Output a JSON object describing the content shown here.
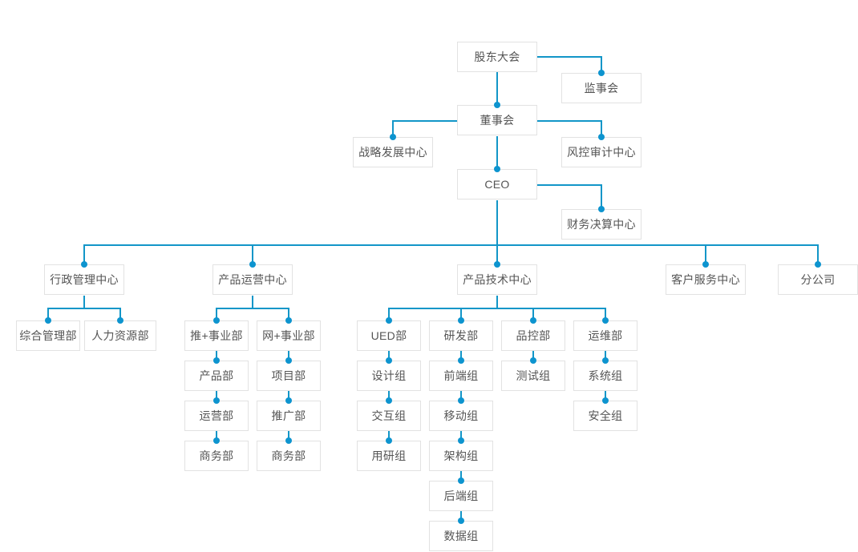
{
  "chart_title": "",
  "theme": {
    "line_color": "#1296c8",
    "dot_color": "#0d94cf",
    "box_border": "#e2e2e2",
    "box_background": "#ffffff",
    "text_color": "#555555"
  },
  "nodes": {
    "shareholders_meeting": "股东大会",
    "board_of_supervisors": "监事会",
    "board_of_directors": "董事会",
    "strategy_development_center": "战略发展中心",
    "risk_audit_center": "风控审计中心",
    "ceo": "CEO",
    "finance_settlement_center": "财务决算中心",
    "admin_management_center": "行政管理中心",
    "product_operations_center": "产品运营中心",
    "product_technology_center": "产品技术中心",
    "customer_service_center": "客户服务中心",
    "branch_company": "分公司",
    "general_management_dept": "综合管理部",
    "human_resources_dept": "人力资源部",
    "tui_plus_business_unit": "推+事业部",
    "wang_plus_business_unit": "网+事业部",
    "product_dept": "产品部",
    "project_dept": "项目部",
    "operations_dept": "运营部",
    "promotion_dept": "推广部",
    "business_dept_left": "商务部",
    "business_dept_right": "商务部",
    "ued_dept": "UED部",
    "rd_dept": "研发部",
    "qc_dept": "品控部",
    "ops_maintenance_dept": "运维部",
    "design_group": "设计组",
    "frontend_group": "前端组",
    "test_group": "测试组",
    "system_group": "系统组",
    "interaction_group": "交互组",
    "mobile_group": "移动组",
    "security_group": "安全组",
    "user_research_group": "用研组",
    "architecture_group": "架构组",
    "backend_group": "后端组",
    "data_group": "数据组"
  },
  "hierarchy": {
    "root": "股东大会",
    "levels": [
      [
        "股东大会"
      ],
      [
        "监事会",
        "董事会"
      ],
      [
        "战略发展中心",
        "风控审计中心",
        "CEO"
      ],
      [
        "财务决算中心"
      ],
      [
        "行政管理中心",
        "产品运营中心",
        "产品技术中心",
        "客户服务中心",
        "分公司"
      ],
      [
        "综合管理部",
        "人力资源部",
        "推+事业部",
        "网+事业部",
        "UED部",
        "研发部",
        "品控部",
        "运维部"
      ],
      [
        "产品部",
        "项目部",
        "设计组",
        "前端组",
        "测试组",
        "系统组"
      ],
      [
        "运营部",
        "推广部",
        "交互组",
        "移动组",
        "安全组"
      ],
      [
        "商务部",
        "商务部",
        "用研组",
        "架构组"
      ],
      [
        "后端组"
      ],
      [
        "数据组"
      ]
    ]
  }
}
